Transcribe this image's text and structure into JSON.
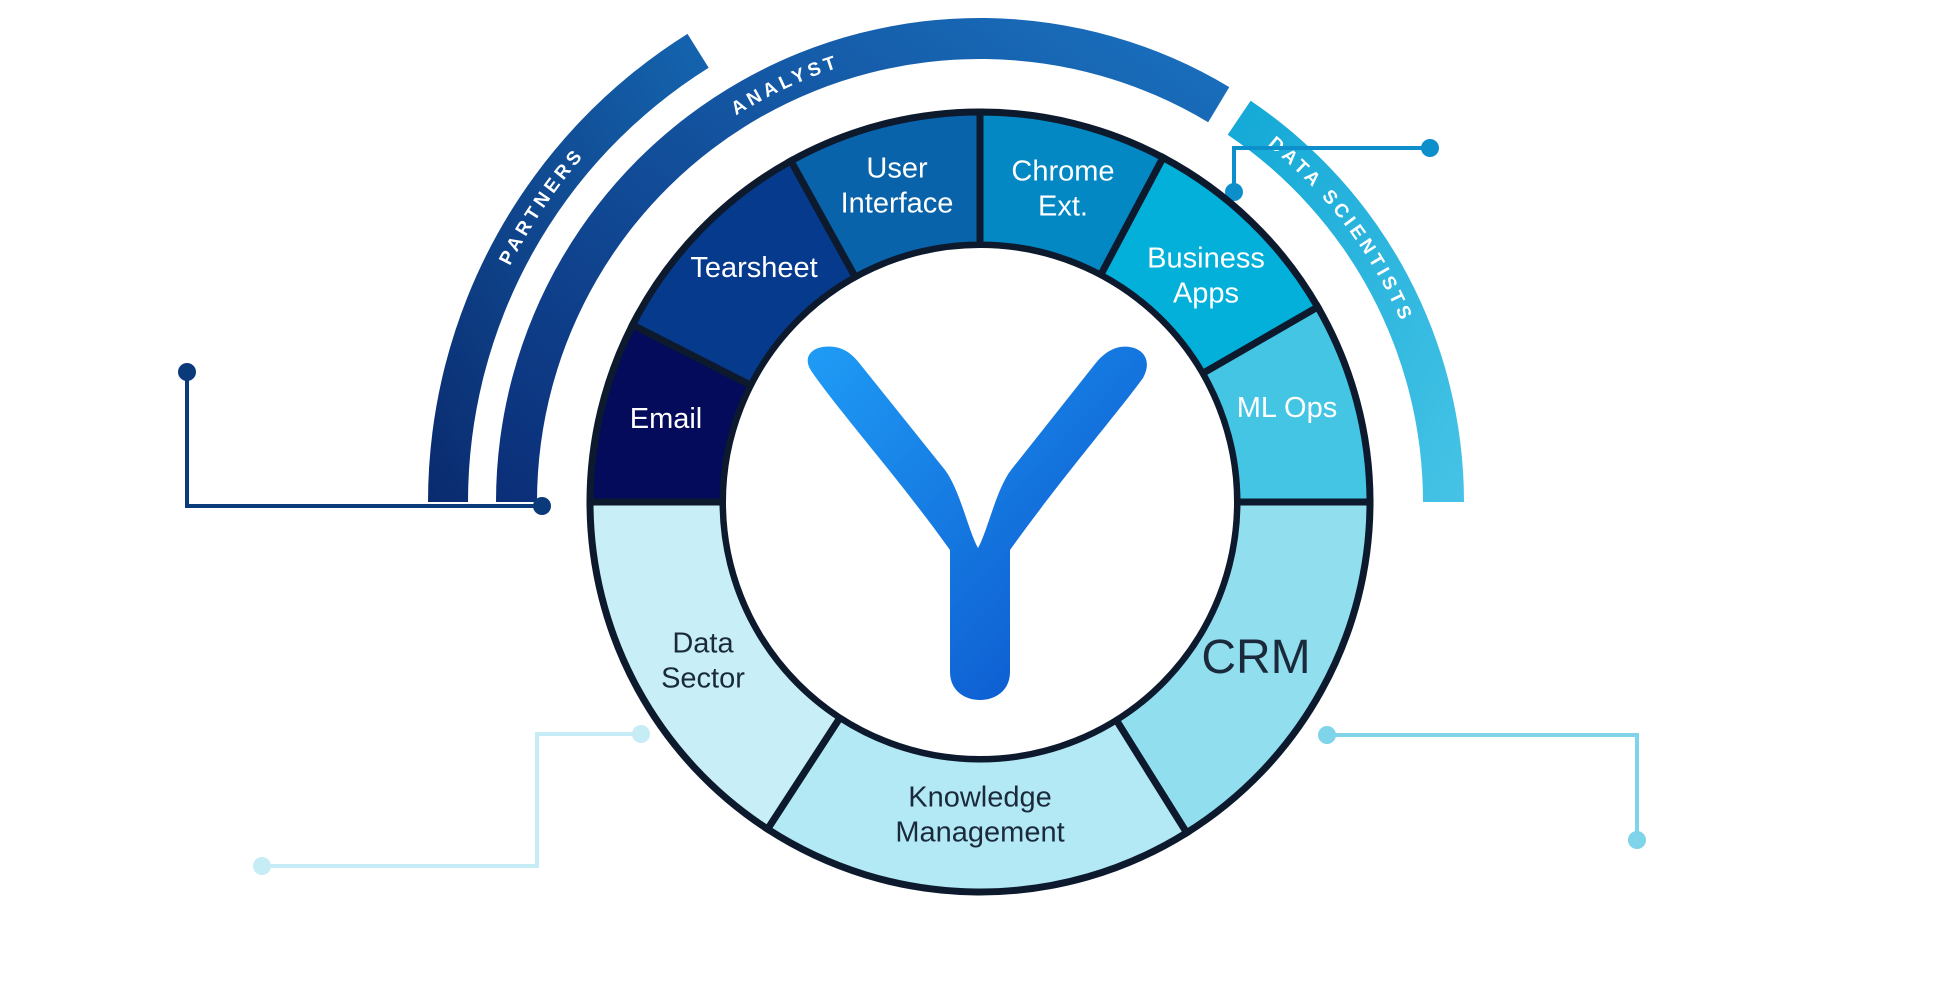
{
  "diagram": {
    "colors": {
      "outline": "#0d1a2e",
      "partners_band": [
        "#0a2a6e",
        "#1565b0"
      ],
      "analyst_band": [
        "#0b2e78",
        "#1a72c0"
      ],
      "data_scientists_band": [
        "#12a8d6",
        "#46c3e6"
      ],
      "logo": [
        "#1f9cf6",
        "#0a4fc8"
      ],
      "connector_dark": "#0b3a7a",
      "connector_mid": "#0d8fcb",
      "connector_light_left": "#c6ecf6",
      "connector_light_right": "#7fd4ea"
    },
    "bands": [
      {
        "id": "partners",
        "label": "PARTNERS",
        "text_color": "#ffffff"
      },
      {
        "id": "analyst",
        "label": "ANALYST",
        "text_color": "#ffffff"
      },
      {
        "id": "data-scientists",
        "label": "DATA SCIENTISTS",
        "text_color": "#ffffff"
      }
    ],
    "segments": [
      {
        "id": "email",
        "lines": [
          "Email"
        ],
        "fill": "#030b5a",
        "text_color": "#ffffff"
      },
      {
        "id": "tearsheet",
        "lines": [
          "Tearsheet"
        ],
        "fill": "#063a8c",
        "text_color": "#ffffff"
      },
      {
        "id": "user-interface",
        "lines": [
          "User",
          "Interface"
        ],
        "fill": "#0963aa",
        "text_color": "#ffffff"
      },
      {
        "id": "chrome-ext",
        "lines": [
          "Chrome",
          "Ext."
        ],
        "fill": "#0488c4",
        "text_color": "#ffffff"
      },
      {
        "id": "business-apps",
        "lines": [
          "Business",
          "Apps"
        ],
        "fill": "#03b0d9",
        "text_color": "#ffffff"
      },
      {
        "id": "ml-ops",
        "lines": [
          "ML Ops"
        ],
        "fill": "#45c5e4",
        "text_color": "#ffffff"
      },
      {
        "id": "crm",
        "lines": [
          "CRM"
        ],
        "fill": "#91deef",
        "text_color": "#1a2a3a",
        "big": true
      },
      {
        "id": "knowledge-management",
        "lines": [
          "Knowledge",
          "Management"
        ],
        "fill": "#b3e8f5",
        "text_color": "#1a2a3a"
      },
      {
        "id": "data-sector",
        "lines": [
          "Data",
          "Sector"
        ],
        "fill": "#c8eff8",
        "text_color": "#1a2a3a"
      }
    ],
    "logo_icon": "y-logo-icon"
  }
}
